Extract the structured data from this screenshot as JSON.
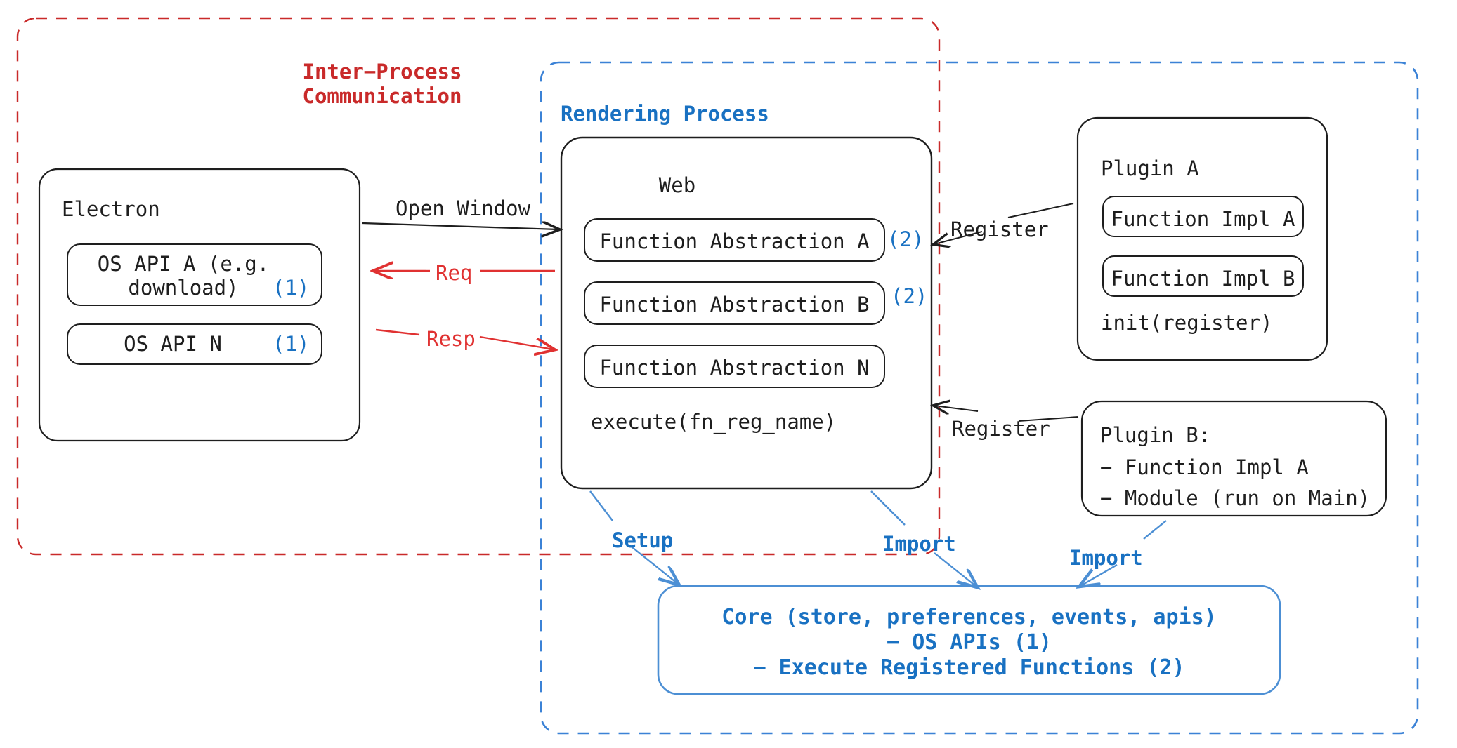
{
  "diagram": {
    "title_hidden": "Electron plugin architecture",
    "groups": [
      {
        "key": "ipc",
        "label": "Inter-Process\nCommunication",
        "color": "#c92a2a",
        "style": "dashed"
      },
      {
        "key": "rendering",
        "label": "Rendering Process",
        "color": "#1971c2",
        "style": "dashed"
      }
    ],
    "ipc_label_line1": "Inter−Process",
    "ipc_label_line2": "Communication",
    "rendering_label": "Rendering Process",
    "electron": {
      "title": "Electron",
      "items": [
        {
          "label": "OS API A (e.g.\ndownload)",
          "line1": "OS API A (e.g.",
          "line2": "download)",
          "marker": "(1)"
        },
        {
          "label": "OS API N",
          "line1": "OS API N",
          "line2": "",
          "marker": "(1)"
        }
      ]
    },
    "web": {
      "title": "Web",
      "items": [
        {
          "label": "Function Abstraction A",
          "marker": "(2)"
        },
        {
          "label": "Function Abstraction B",
          "marker": "(2)"
        },
        {
          "label": "Function Abstraction N",
          "marker": ""
        }
      ],
      "footer": "execute(fn_reg_name)"
    },
    "plugin_a": {
      "title": "Plugin A",
      "items": [
        {
          "label": "Function Impl A"
        },
        {
          "label": "Function Impl B"
        }
      ],
      "footer": "init(register)"
    },
    "plugin_b": {
      "line1": "Plugin B:",
      "line2": "− Function Impl A",
      "line3": "− Module (run on Main)"
    },
    "core": {
      "line1": "Core (store, preferences, events, apis)",
      "line2": "− OS APIs (1)",
      "line3": "− Execute Registered Functions (2)"
    },
    "edges": [
      {
        "key": "open-window",
        "label": "Open Window",
        "color": "#1e1e1e"
      },
      {
        "key": "req",
        "label": "Req",
        "color": "#e03131"
      },
      {
        "key": "resp",
        "label": "Resp",
        "color": "#e03131"
      },
      {
        "key": "register-a",
        "label": "Register",
        "color": "#1e1e1e"
      },
      {
        "key": "register-b",
        "label": "Register",
        "color": "#1e1e1e"
      },
      {
        "key": "setup",
        "label": "Setup",
        "color": "#1971c2"
      },
      {
        "key": "import-web",
        "label": "Import",
        "color": "#1971c2"
      },
      {
        "key": "import-plugin-b",
        "label": "Import",
        "color": "#1971c2"
      }
    ],
    "colors": {
      "ipc_border": "#c92a2a",
      "rendering_border": "#1971c2",
      "accent_blue": "#1971c2",
      "arrow_red": "#e03131",
      "stroke_black": "#1e1e1e",
      "background": "#ffffff"
    }
  }
}
